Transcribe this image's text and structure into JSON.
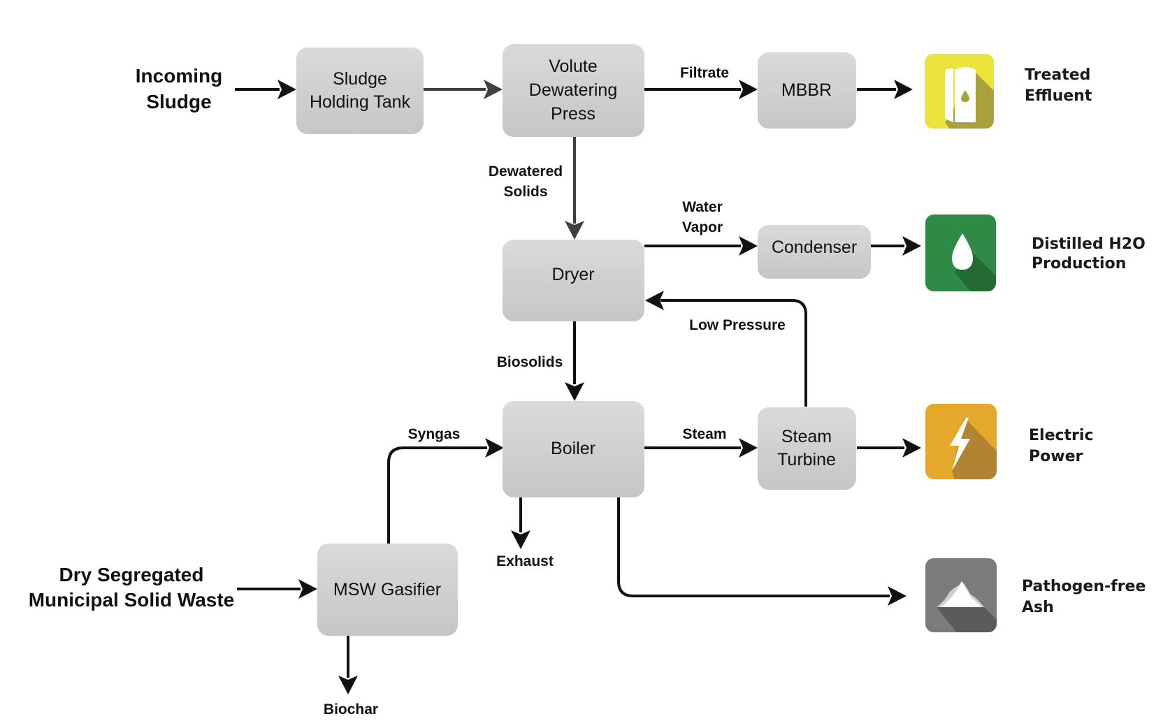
{
  "title": "Sludge and MSW to Energy Process Flow",
  "inputs": {
    "incoming_sludge": [
      "Incoming",
      "Sludge"
    ],
    "msw": [
      "Dry Segregated",
      "Municipal Solid Waste"
    ]
  },
  "nodes": {
    "holding_tank": [
      "Sludge",
      "Holding Tank"
    ],
    "volute_press": [
      "Volute",
      "Dewatering",
      "Press"
    ],
    "mbbr": [
      "MBBR"
    ],
    "dryer": [
      "Dryer"
    ],
    "condenser": [
      "Condenser"
    ],
    "boiler": [
      "Boiler"
    ],
    "steam_turbine": [
      "Steam",
      "Turbine"
    ],
    "msw_gasifier": [
      "MSW Gasifier"
    ]
  },
  "flows": {
    "filtrate": [
      "Filtrate"
    ],
    "dewatered_solids": [
      "Dewatered",
      "Solids"
    ],
    "water_vapor": [
      "Water",
      "Vapor"
    ],
    "low_pressure": [
      "Low Pressure"
    ],
    "biosolids": [
      "Biosolids"
    ],
    "syngas": [
      "Syngas"
    ],
    "steam": [
      "Steam"
    ],
    "exhaust": [
      "Exhaust"
    ],
    "biochar": [
      "Biochar"
    ]
  },
  "outputs": [
    {
      "key": "treated_effluent",
      "label": [
        "Treated",
        "Effluent"
      ],
      "icon": "water-tank-icon",
      "color": "#ece43b",
      "shadow": "#a9a23c"
    },
    {
      "key": "distilled_water",
      "label": [
        "Distilled H2O",
        "Production"
      ],
      "icon": "water-drop-icon",
      "color": "#2f8a45",
      "shadow": "#236a34"
    },
    {
      "key": "electric_power",
      "label": [
        "Electric",
        "Power"
      ],
      "icon": "lightning-bolt-icon",
      "color": "#e6a82b",
      "shadow": "#b28431"
    },
    {
      "key": "ash",
      "label": [
        "Pathogen-free",
        "Ash"
      ],
      "icon": "ash-pile-icon",
      "color": "#7b7b7b",
      "shadow": "#5b5b5b"
    }
  ],
  "colors": {
    "node_fill_top": "#d9d9d9",
    "node_fill_bottom": "#c8c8c8",
    "arrow": "#111111"
  }
}
